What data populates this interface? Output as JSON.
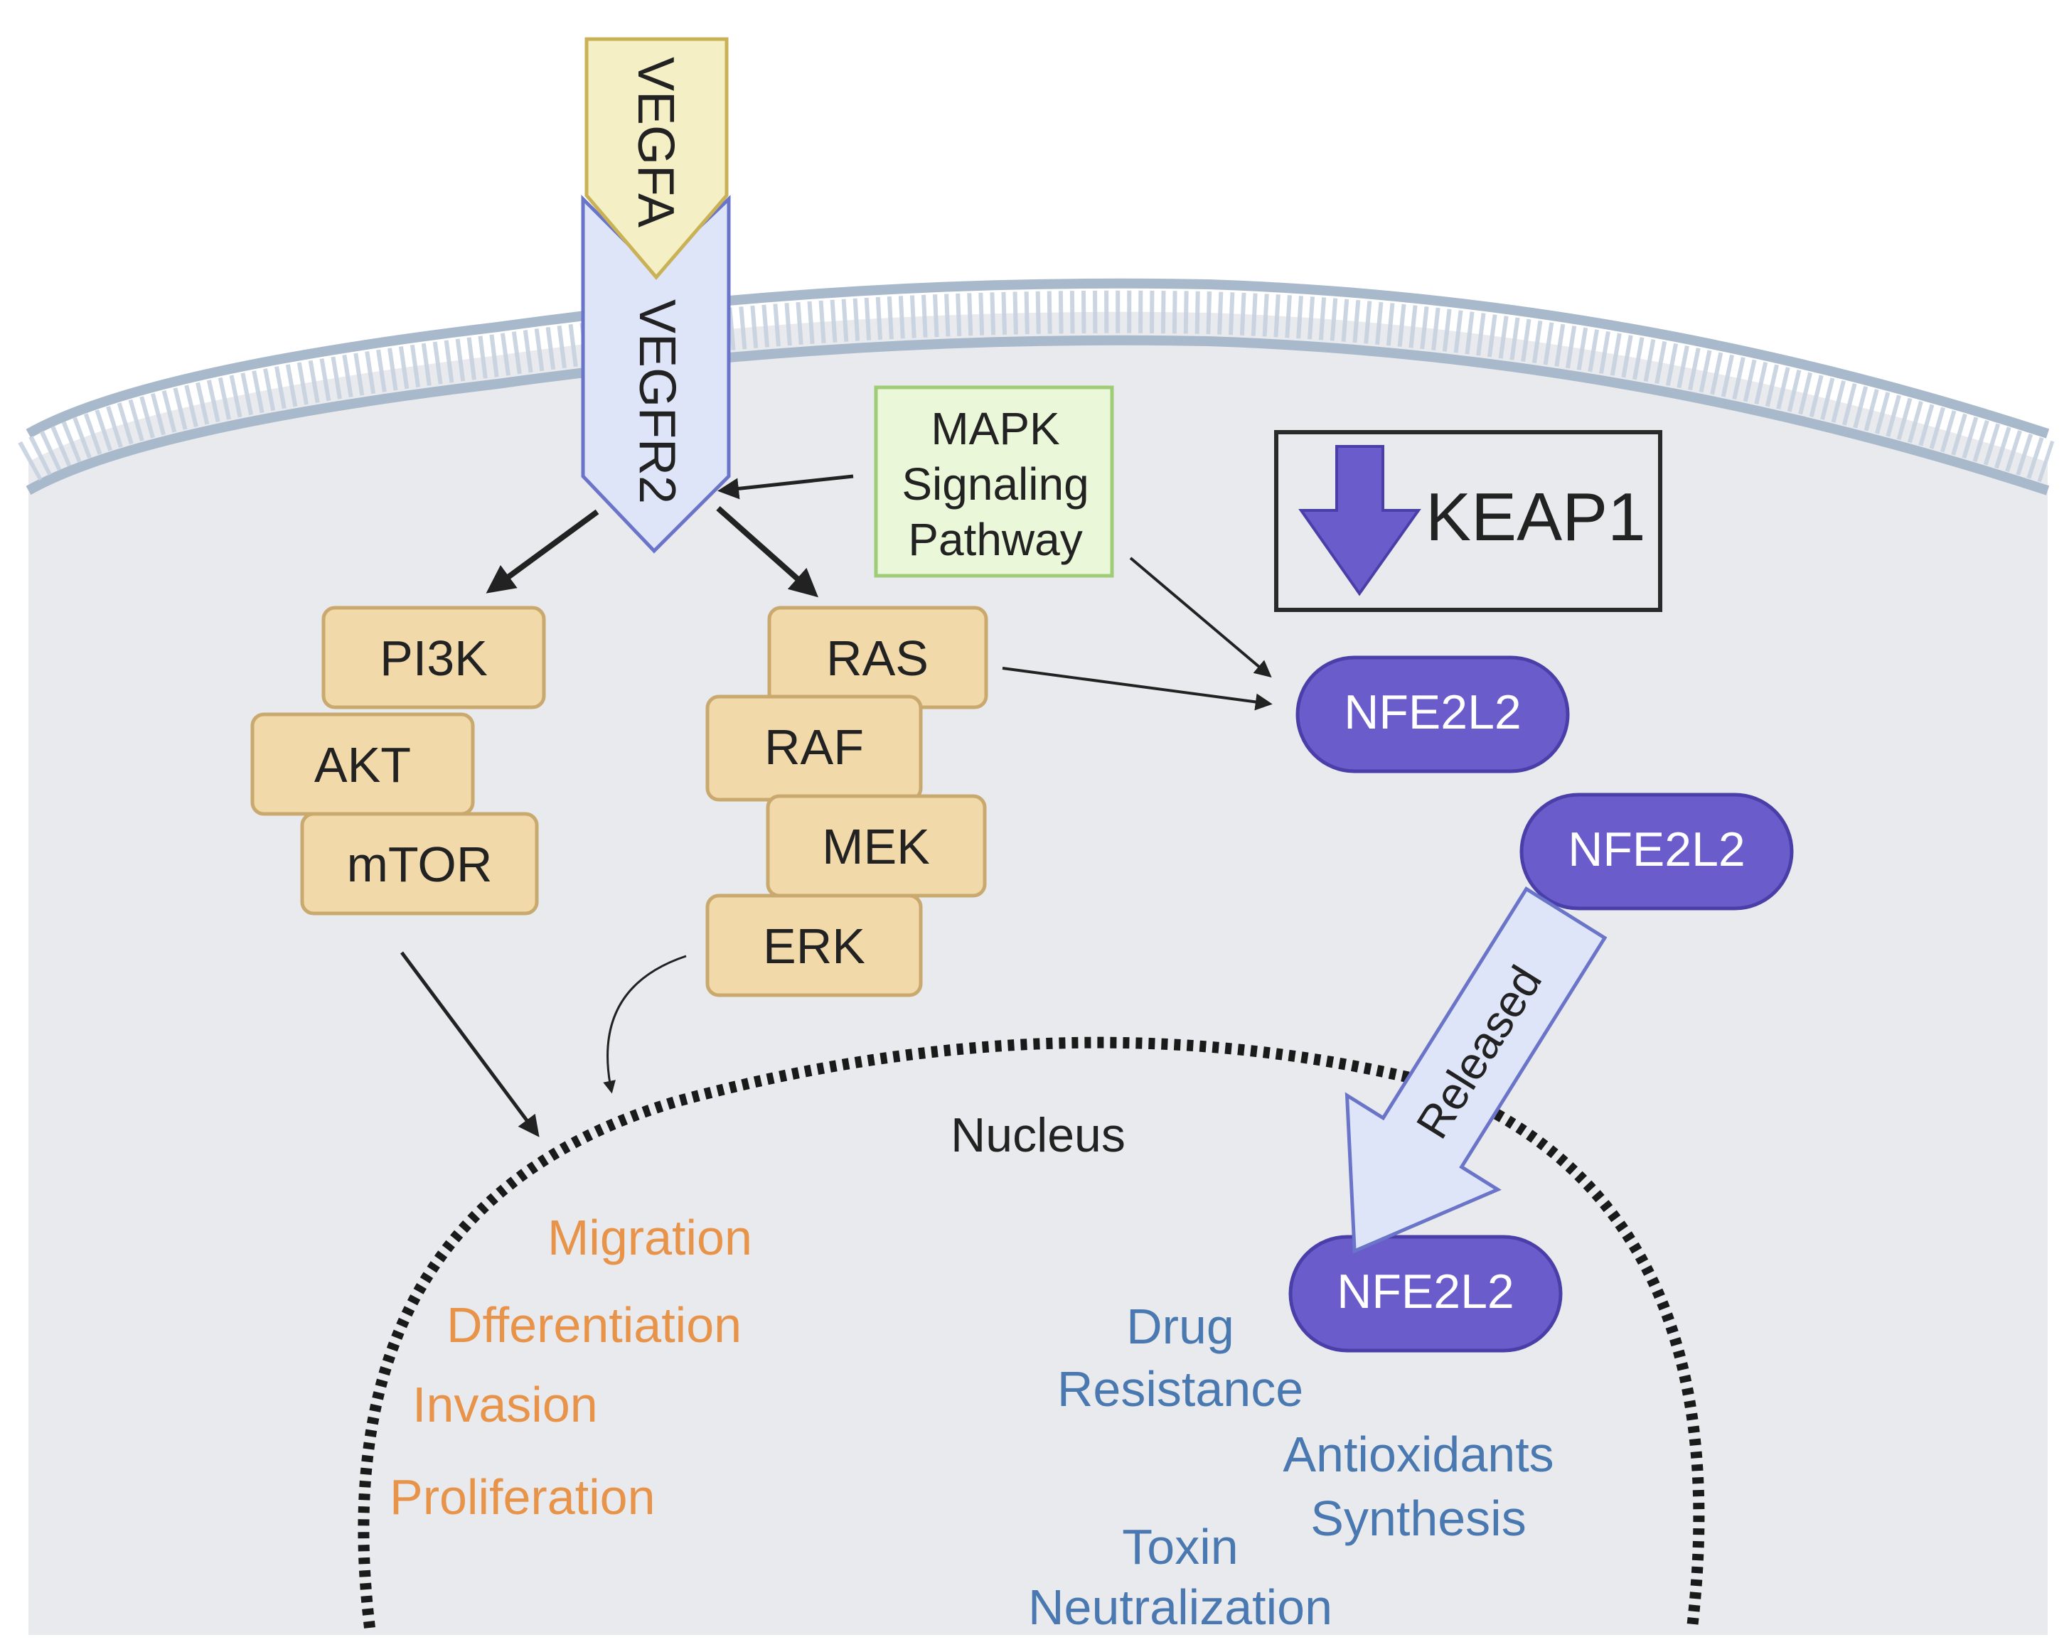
{
  "receptor": {
    "ligand": "VEGFA",
    "receptor": "VEGFR2"
  },
  "mapk_box": {
    "lines": [
      "MAPK",
      "Signaling",
      "Pathway"
    ]
  },
  "keap1": {
    "label": "KEAP1"
  },
  "pi3k_stack": [
    "PI3K",
    "AKT",
    "mTOR"
  ],
  "ras_stack": [
    "RAS",
    "RAF",
    "MEK",
    "ERK"
  ],
  "nfe2l2": {
    "label": "NFE2L2"
  },
  "released_label": "Released",
  "nucleus_label": "Nucleus",
  "outcomes_left": [
    "Migration",
    "Dfferentiation",
    "Invasion",
    "Proliferation"
  ],
  "outcomes_right": {
    "drug": [
      "Drug",
      "Resistance"
    ],
    "antioxidants": [
      "Antioxidants",
      "Synthesis"
    ],
    "toxin": [
      "Toxin",
      "Neutralization"
    ]
  },
  "colors": {
    "cytoplasm": "#e9eaed",
    "membrane": "#a9b9cc",
    "orange_box_fill": "#f1d9a9",
    "orange_box_stroke": "#c9a96e",
    "purple": "#6b5ccc",
    "left_outcome_text": "#e8934a",
    "right_outcome_text": "#4a78b0",
    "mapk_fill": "#eaf7d9",
    "mapk_stroke": "#9fcc77",
    "vegfa_fill": "#f5efc5",
    "vegfr2_fill": "#dfe5f8"
  }
}
